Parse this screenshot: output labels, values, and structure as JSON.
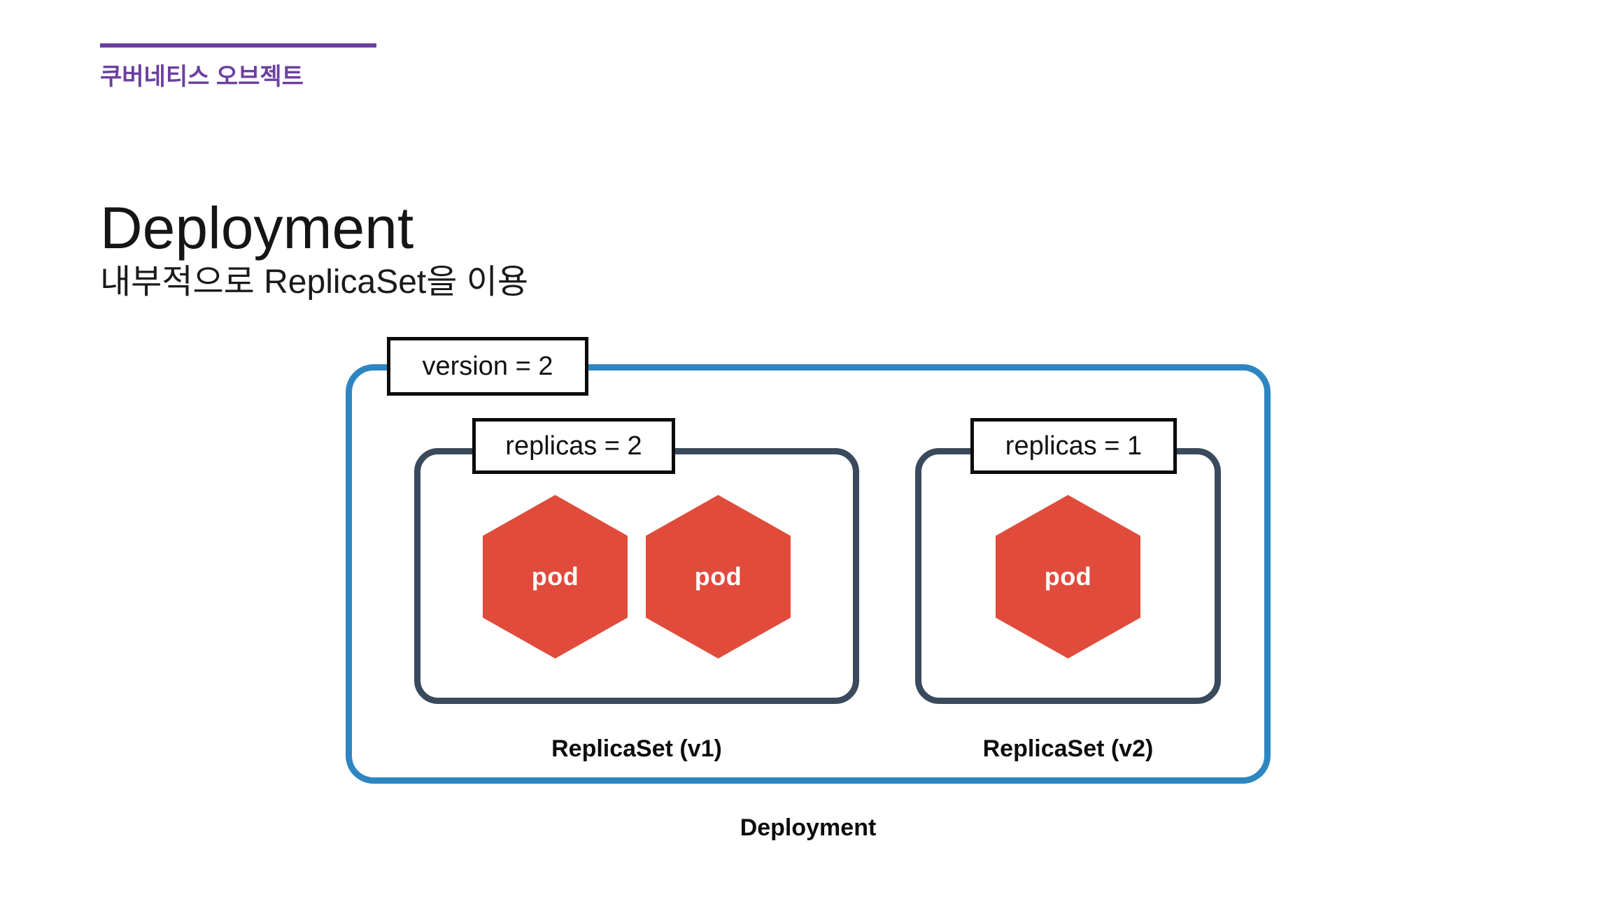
{
  "header": {
    "eyebrow": "쿠버네티스 오브젝트",
    "rule_color": "#6B3FA0"
  },
  "title": "Deployment",
  "subtitle": "내부적으로 ReplicaSet을 이용",
  "colors": {
    "deployment_border": "#2E86C1",
    "replicaset_border": "#3A4A5C",
    "pod_fill": "#E04B3C",
    "pod_text": "#FFFFFF",
    "callout_border": "#0B0B0B",
    "accent_purple": "#6B3FA0"
  },
  "diagram": {
    "deployment": {
      "caption": "Deployment",
      "annotation": "version = 2"
    },
    "replicasets": [
      {
        "caption": "ReplicaSet (v1)",
        "annotation": "replicas = 2",
        "pods": [
          {
            "label": "pod"
          },
          {
            "label": "pod"
          }
        ]
      },
      {
        "caption": "ReplicaSet (v2)",
        "annotation": "replicas = 1",
        "pods": [
          {
            "label": "pod"
          }
        ]
      }
    ]
  }
}
